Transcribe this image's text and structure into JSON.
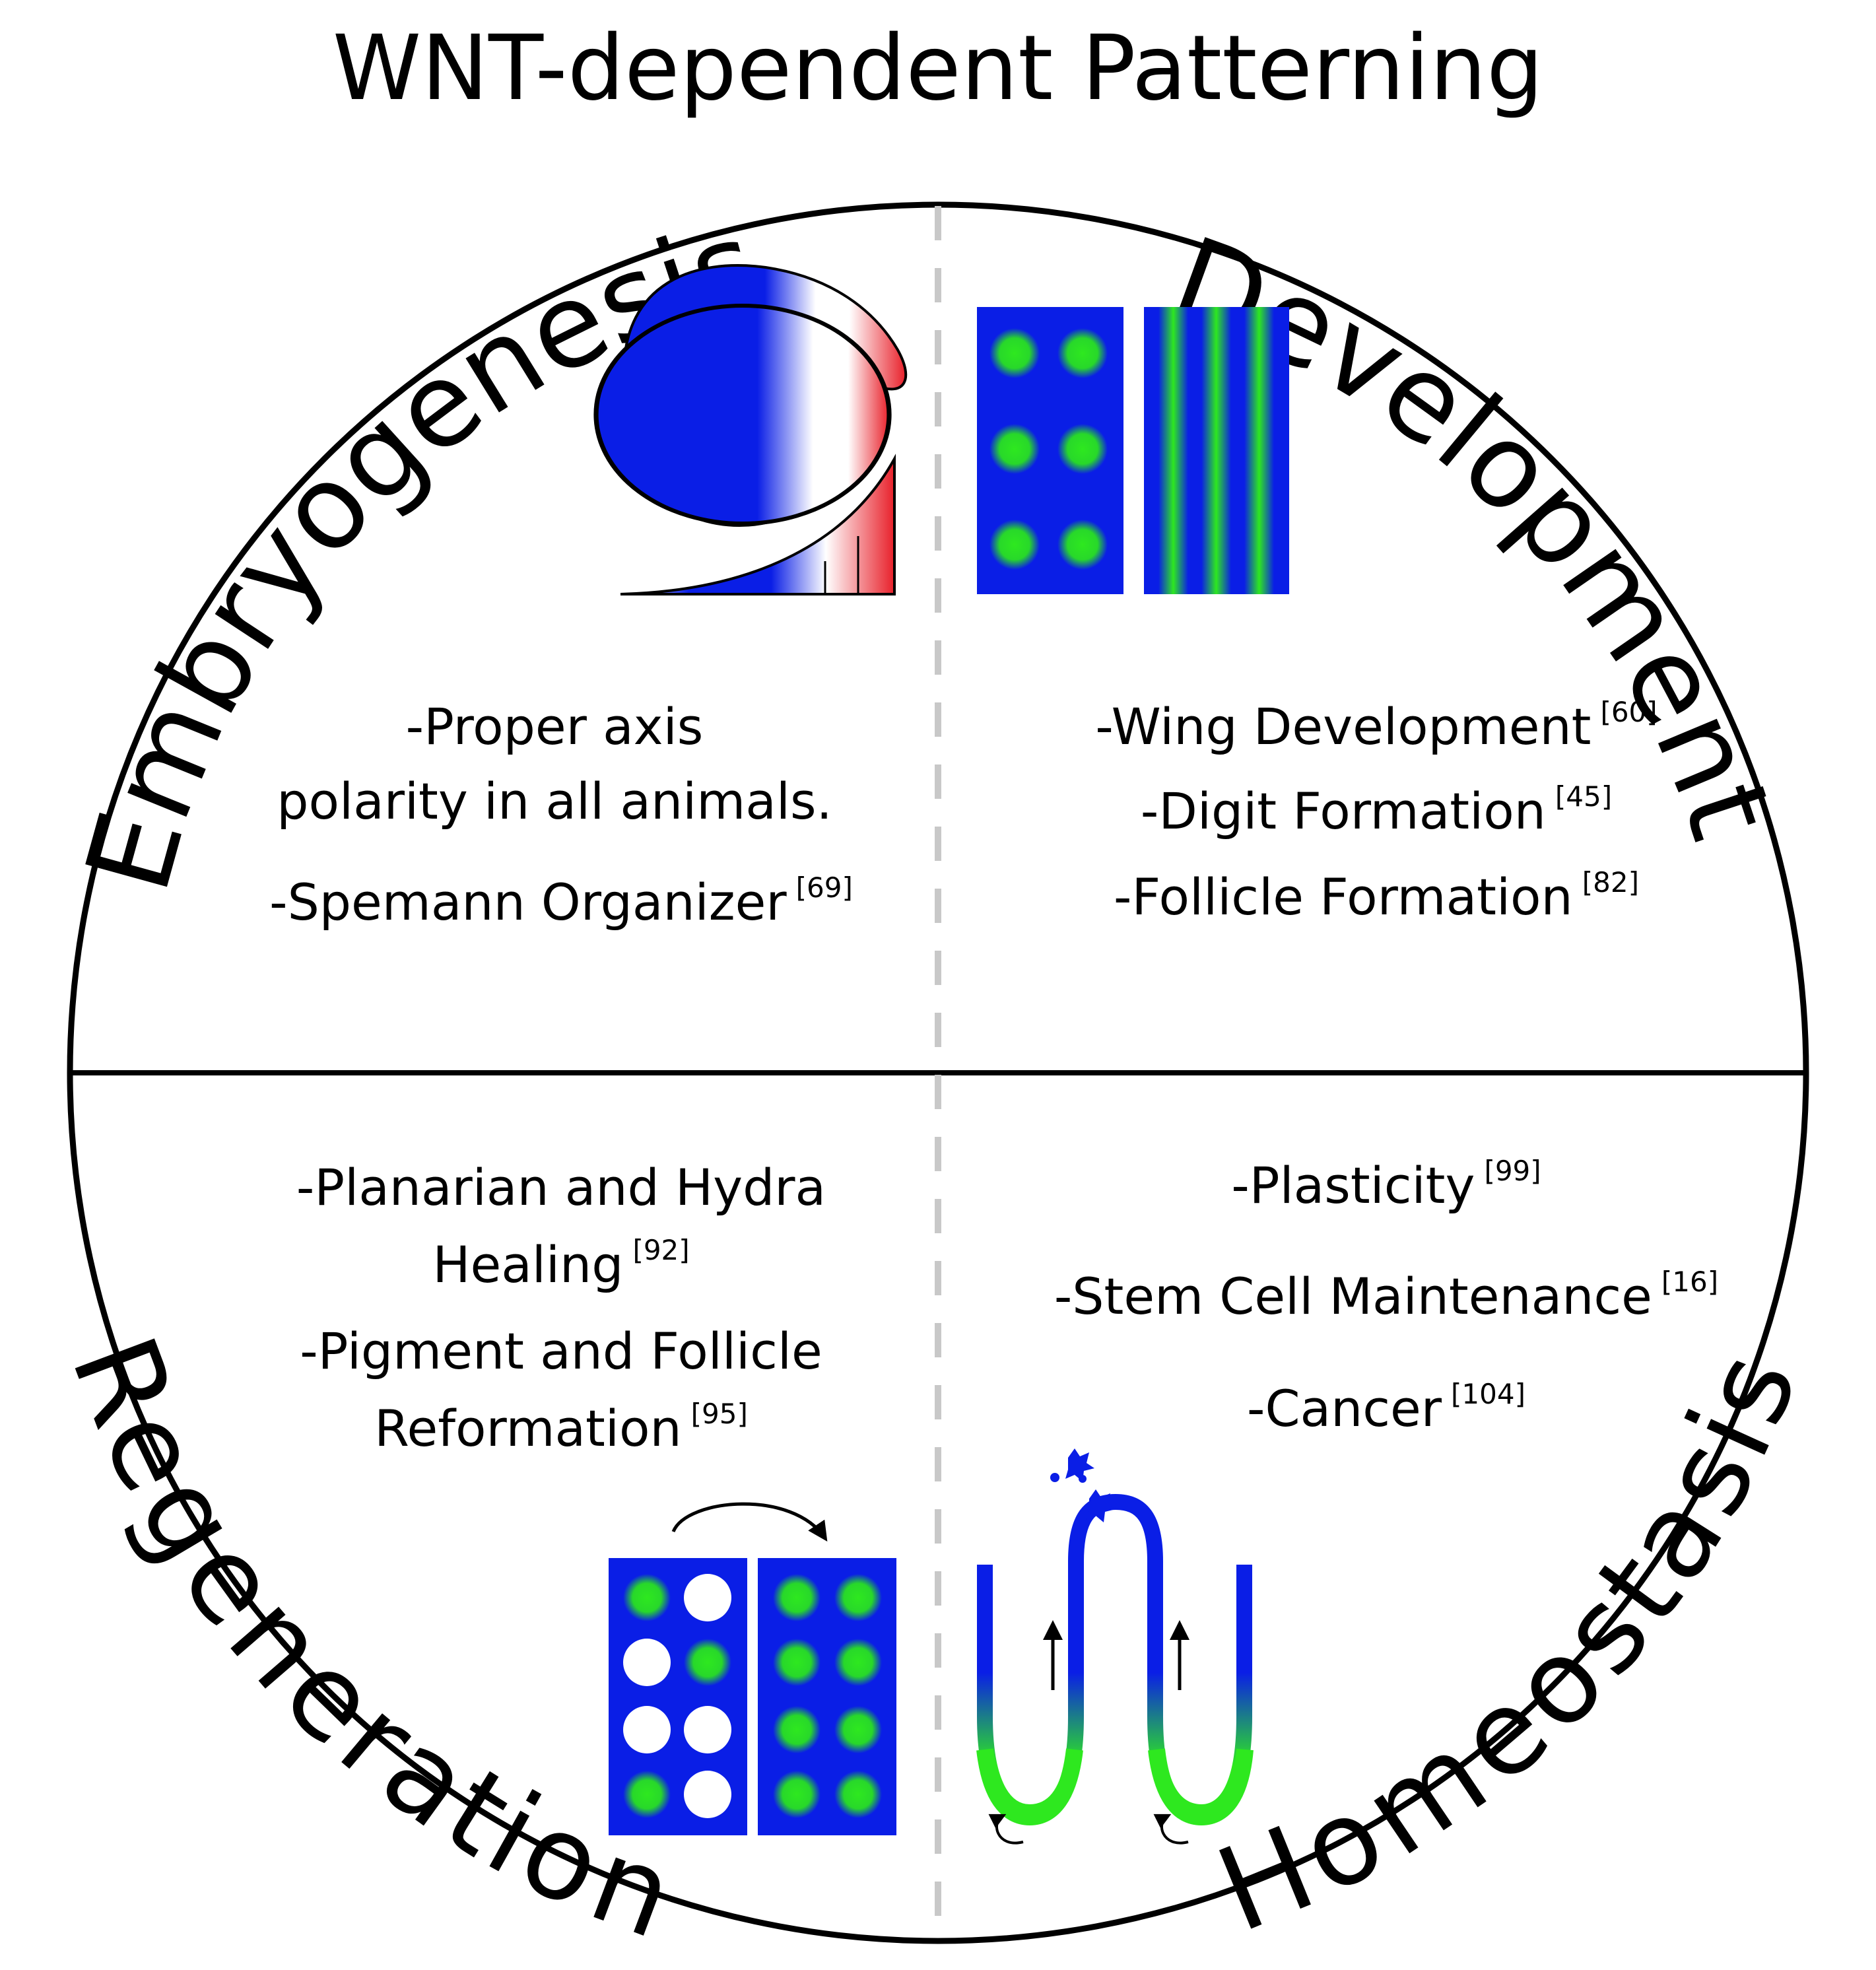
{
  "title": "WNT-dependent Patterning",
  "quadrants": {
    "top_left": {
      "label": "Embryogenesis",
      "items": [
        {
          "lines": [
            "-Proper axis",
            "polarity in all animals."
          ],
          "ref": ""
        },
        {
          "lines": [
            "-Spemann Organizer"
          ],
          "ref": "[69]"
        }
      ]
    },
    "top_right": {
      "label": "Development",
      "items": [
        {
          "lines": [
            "-Wing Development"
          ],
          "ref": "[60]"
        },
        {
          "lines": [
            "-Digit Formation"
          ],
          "ref": "[45]"
        },
        {
          "lines": [
            "-Follicle Formation"
          ],
          "ref": "[82]"
        }
      ]
    },
    "bottom_left": {
      "label": "Regeneration",
      "items": [
        {
          "lines": [
            "-Planarian and Hydra",
            "Healing"
          ],
          "ref": "[92]"
        },
        {
          "lines": [
            "-Pigment and Follicle",
            "Reformation"
          ],
          "ref": "[95]"
        }
      ]
    },
    "bottom_right": {
      "label": "Homeostasis",
      "items": [
        {
          "lines": [
            "-Plasticity"
          ],
          "ref": "[99]"
        },
        {
          "lines": [
            "-Stem Cell Maintenance"
          ],
          "ref": "[16]"
        },
        {
          "lines": [
            "-Cancer"
          ],
          "ref": "[104]"
        }
      ]
    }
  },
  "colors": {
    "blue": "#0a1ee6",
    "green": "#2ee81f",
    "red": "#e8202a",
    "line": "#000000",
    "divider": "#c8c8c8"
  },
  "icons": {
    "embryo": "embryo-wnt-gradient-icon",
    "development": "dot-and-stripe-pattern-icon",
    "regeneration": "follicle-regeneration-icon",
    "homeostasis": "intestinal-crypt-icon"
  }
}
